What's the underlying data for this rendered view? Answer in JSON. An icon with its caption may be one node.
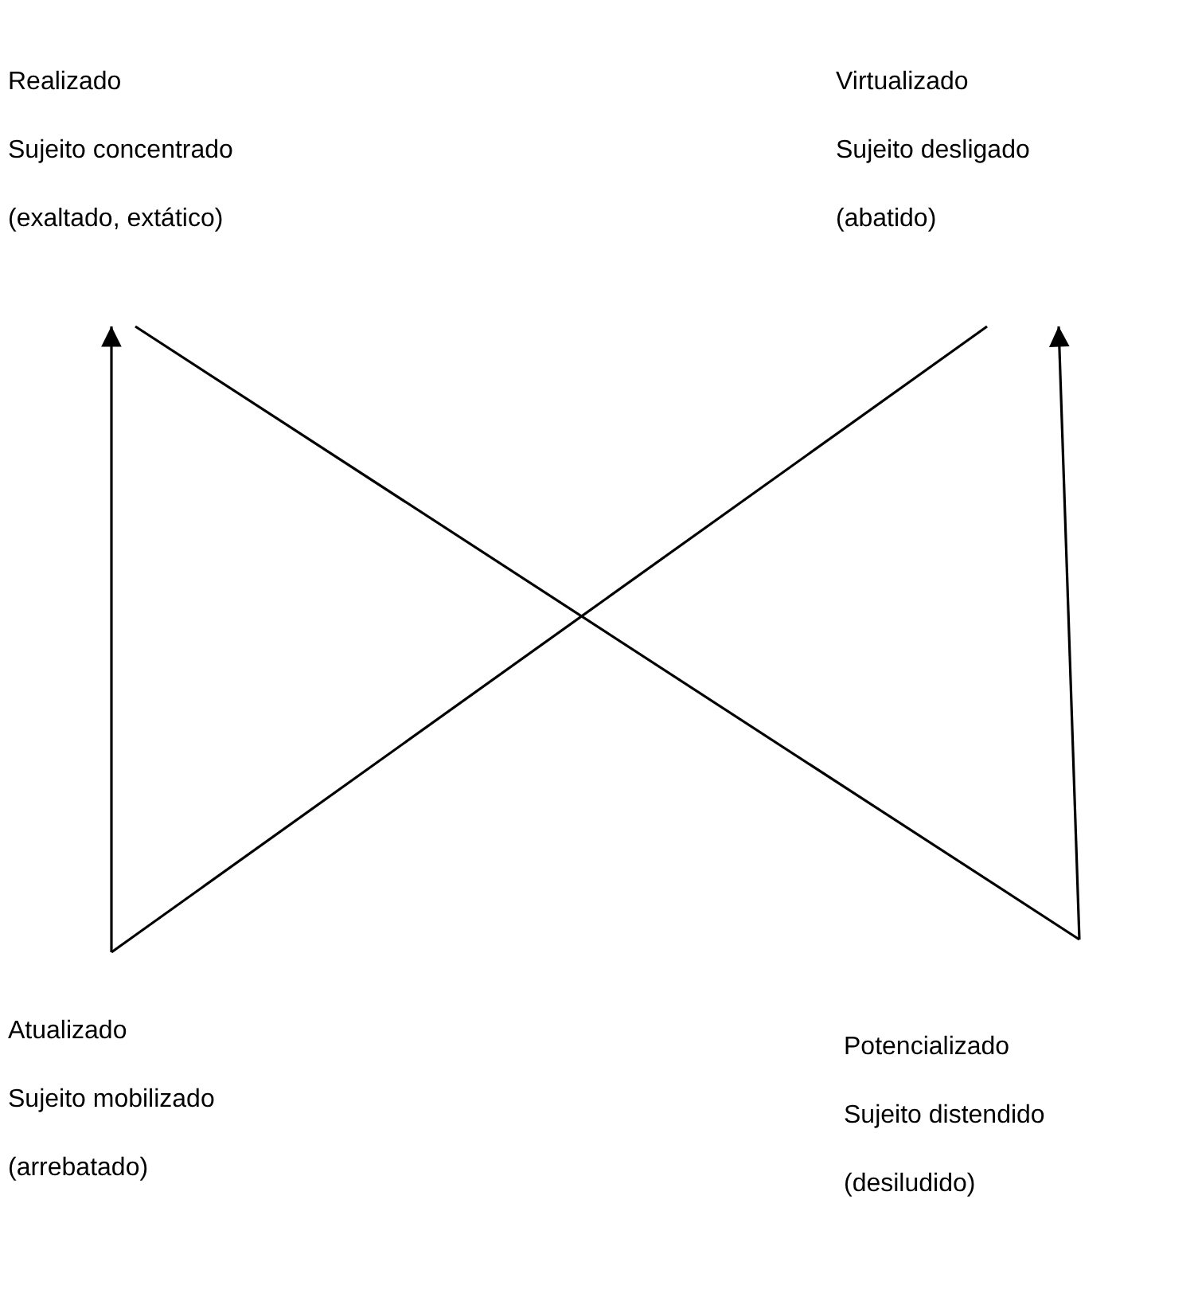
{
  "diagram": {
    "nodes": [
      {
        "text": [
          "Realizado",
          "Sujeito concentrado",
          "(exaltado, extático)"
        ]
      },
      {
        "text": [
          "Virtualizado",
          "Sujeito desligado",
          "(abatido)"
        ]
      },
      {
        "text": [
          "Atualizado",
          "Sujeito mobilizado",
          "(arrebatado)"
        ]
      },
      {
        "text": [
          "Potencializado",
          "Sujeito distendido",
          "(desiludido)"
        ]
      }
    ],
    "edges": [
      {
        "from": 2,
        "to": 0,
        "arrow": "to"
      },
      {
        "from": 0,
        "to": 3,
        "arrow": "none"
      },
      {
        "from": 2,
        "to": 1,
        "arrow": "none"
      },
      {
        "from": 3,
        "to": 1,
        "arrow": "to"
      }
    ]
  }
}
